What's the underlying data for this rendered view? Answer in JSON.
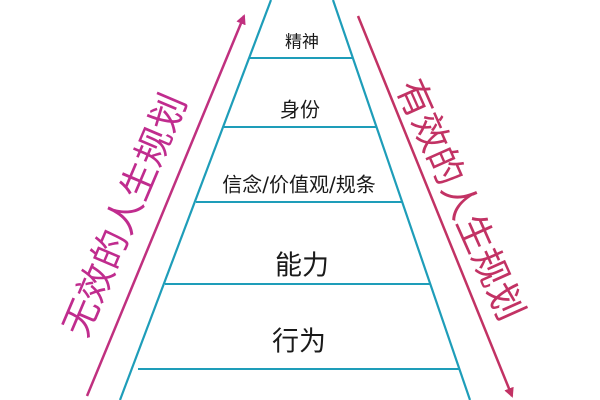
{
  "pyramid": {
    "levels": [
      "精神",
      "身份",
      "信念/价值观/规条",
      "能力",
      "行为"
    ]
  },
  "arrows": {
    "left_label": "无效的人生规划",
    "right_label": "有效的人生规划"
  },
  "colors": {
    "outline": "#1e9db9",
    "left_arrow": "#c0307f",
    "right_arrow": "#c23264"
  }
}
